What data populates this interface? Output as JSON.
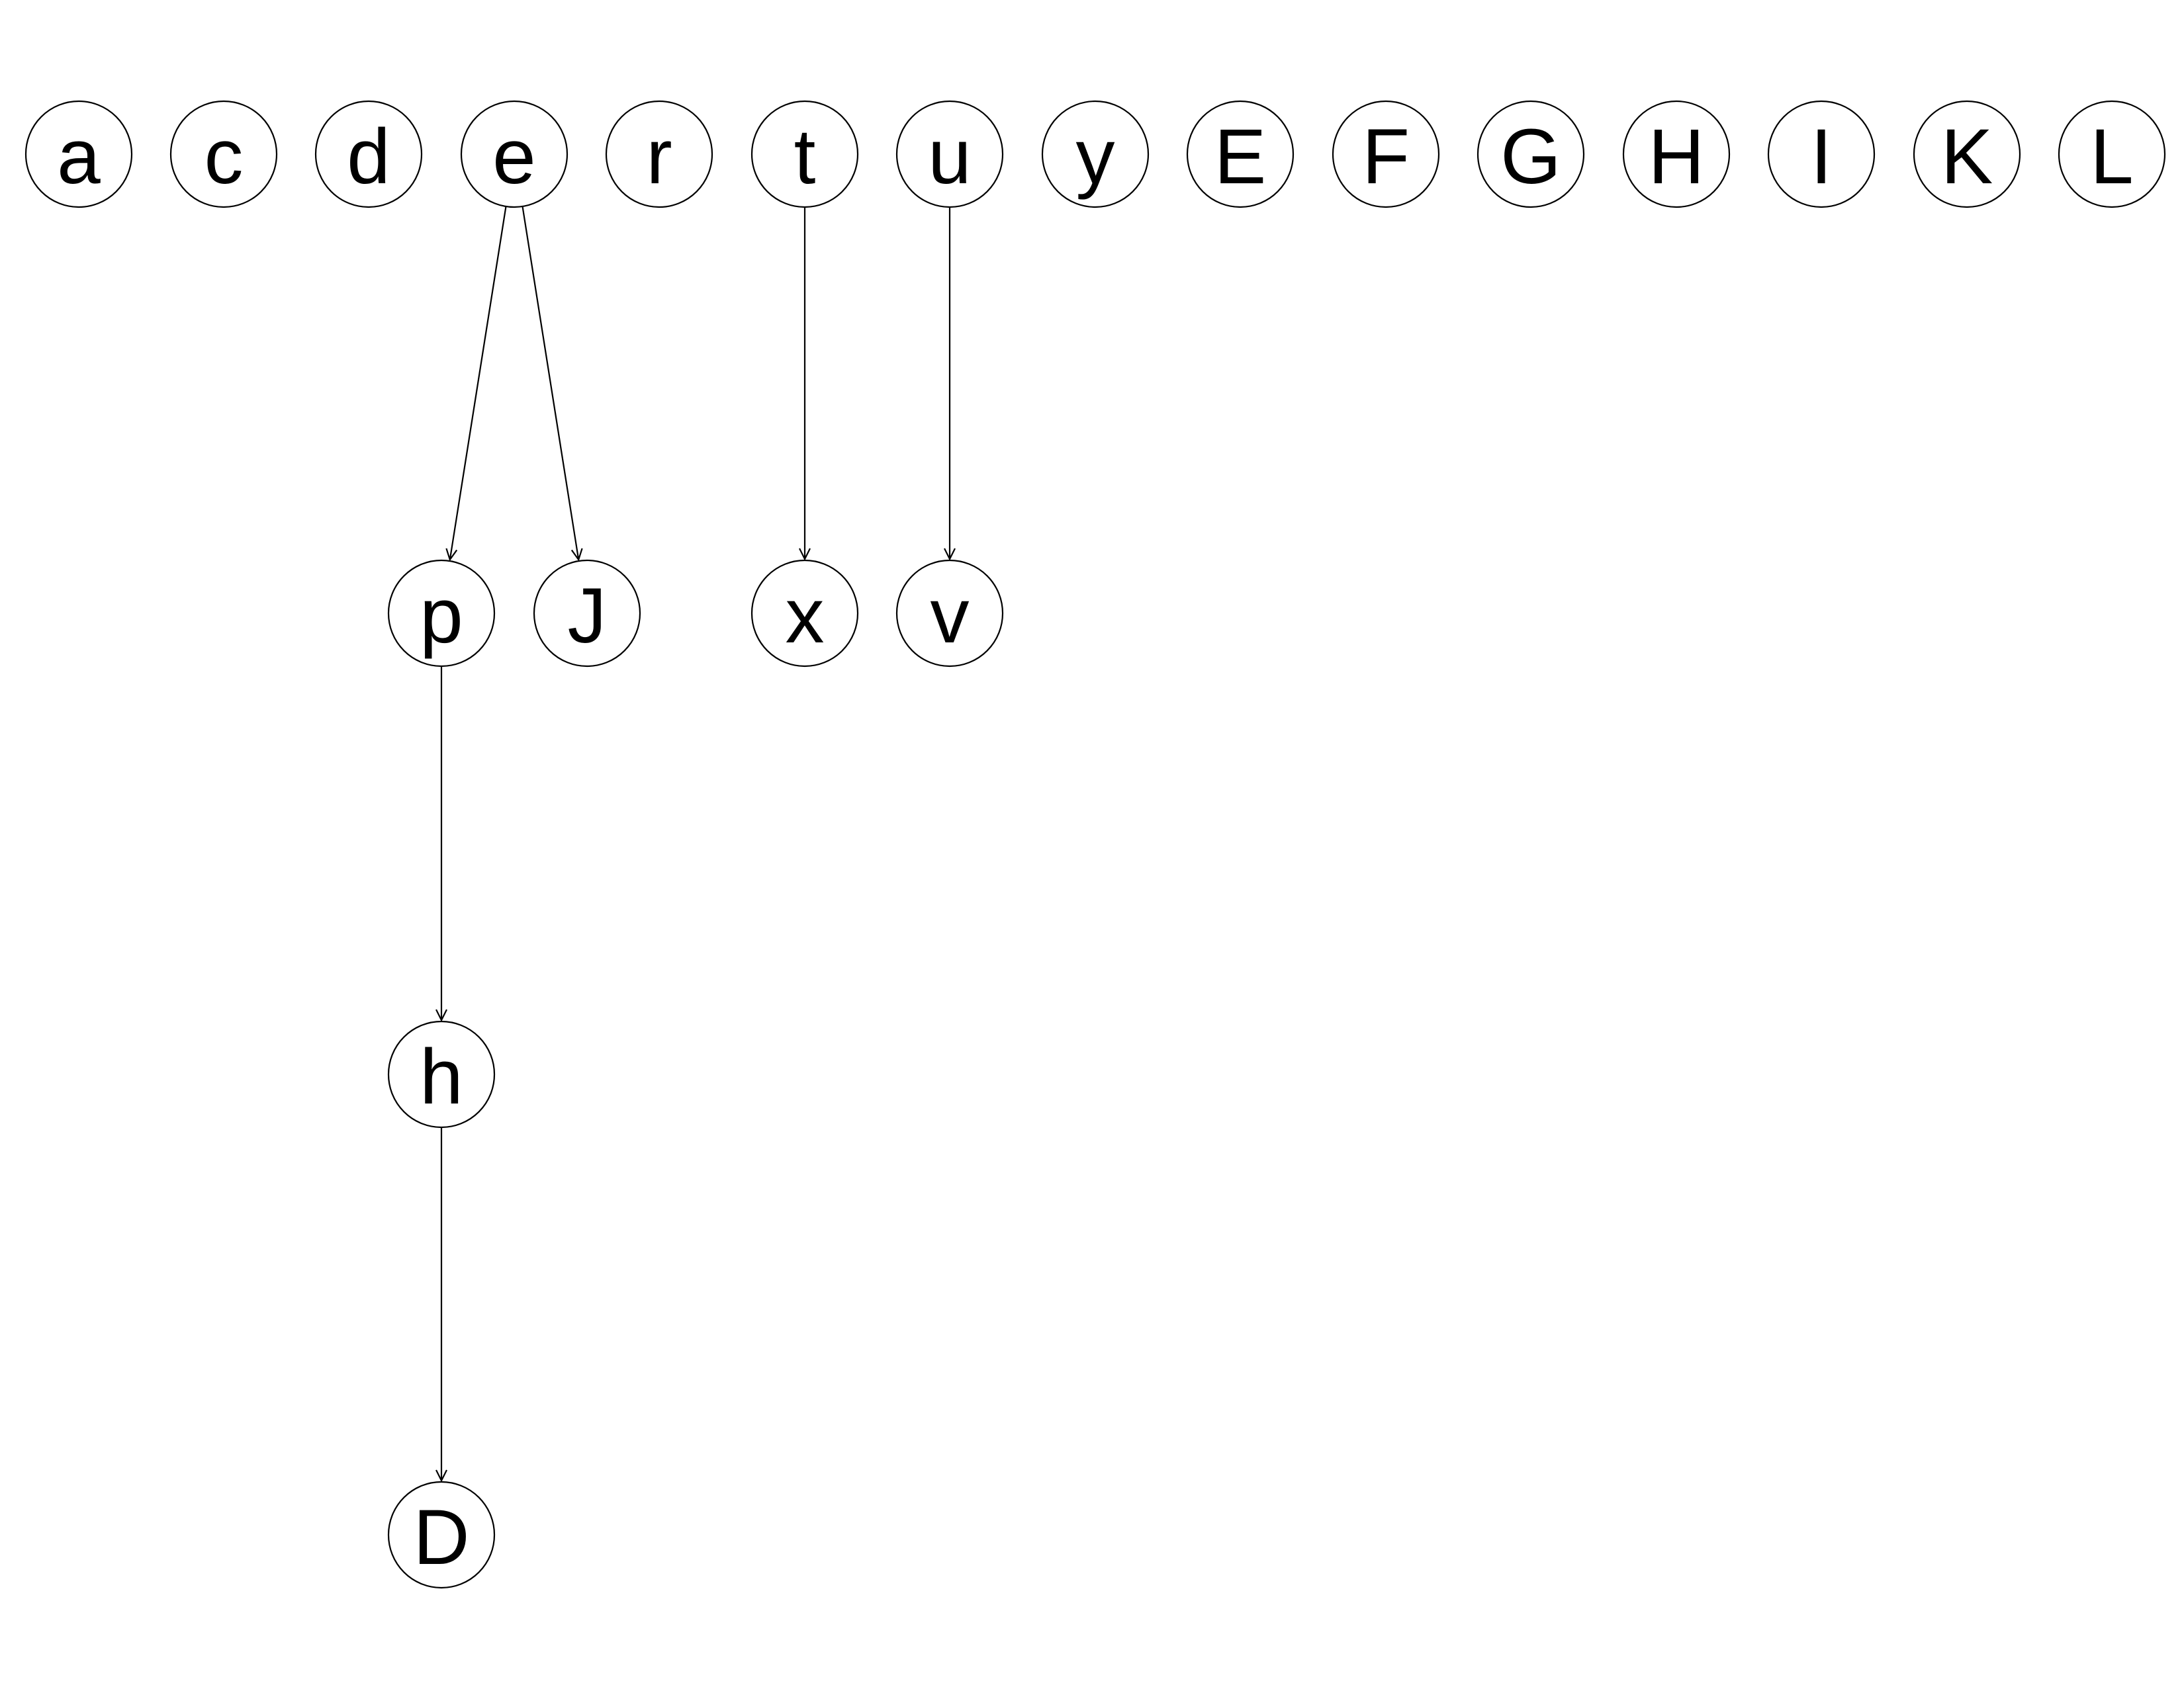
{
  "nodes": [
    {
      "id": "a",
      "label": "a"
    },
    {
      "id": "c",
      "label": "c"
    },
    {
      "id": "d",
      "label": "d"
    },
    {
      "id": "e",
      "label": "e"
    },
    {
      "id": "r",
      "label": "r"
    },
    {
      "id": "t",
      "label": "t"
    },
    {
      "id": "u",
      "label": "u"
    },
    {
      "id": "y",
      "label": "y"
    },
    {
      "id": "E",
      "label": "E"
    },
    {
      "id": "F",
      "label": "F"
    },
    {
      "id": "G",
      "label": "G"
    },
    {
      "id": "H",
      "label": "H"
    },
    {
      "id": "I",
      "label": "I"
    },
    {
      "id": "K",
      "label": "K"
    },
    {
      "id": "L",
      "label": "L"
    },
    {
      "id": "p",
      "label": "p"
    },
    {
      "id": "J",
      "label": "J"
    },
    {
      "id": "x",
      "label": "x"
    },
    {
      "id": "v",
      "label": "v"
    },
    {
      "id": "h",
      "label": "h"
    },
    {
      "id": "D",
      "label": "D"
    }
  ],
  "edges": [
    {
      "from": "e",
      "to": "p"
    },
    {
      "from": "e",
      "to": "J"
    },
    {
      "from": "t",
      "to": "x"
    },
    {
      "from": "u",
      "to": "v"
    },
    {
      "from": "p",
      "to": "h"
    },
    {
      "from": "h",
      "to": "D"
    }
  ],
  "colors": {
    "stroke": "#000000",
    "fill": "#ffffff",
    "text": "#000000"
  }
}
